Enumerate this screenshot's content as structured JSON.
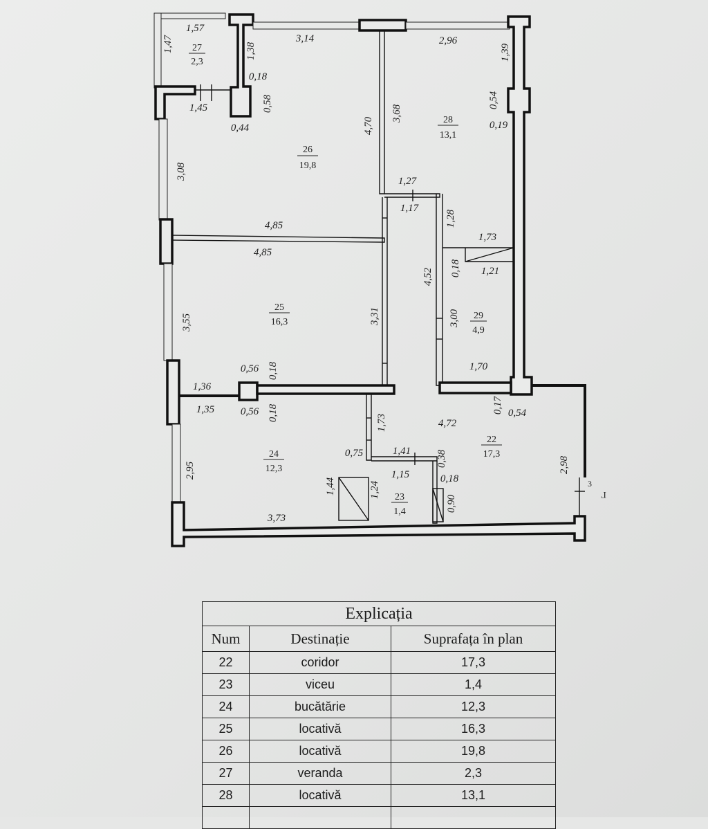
{
  "plan": {
    "rooms": [
      {
        "num": "27",
        "area": "2,3"
      },
      {
        "num": "26",
        "area": "19,8"
      },
      {
        "num": "28",
        "area": "13,1"
      },
      {
        "num": "25",
        "area": "16,3"
      },
      {
        "num": "29",
        "area": "4,9"
      },
      {
        "num": "24",
        "area": "12,3"
      },
      {
        "num": "22",
        "area": "17,3"
      },
      {
        "num": "23",
        "area": "1,4"
      }
    ],
    "dimensions": [
      "1,57",
      "3,14",
      "2,96",
      "1,47",
      "1,38",
      "1,39",
      "0,18",
      "0,58",
      "1,45",
      "0,44",
      "0,54",
      "0,19",
      "3,68",
      "4,70",
      "3,08",
      "1,27",
      "1,17",
      "1,28",
      "4,85",
      "4,85",
      "1,73",
      "0,18",
      "1,21",
      "4,52",
      "3,55",
      "3,31",
      "3,00",
      "0,56",
      "0,18",
      "1,36",
      "1,35",
      "0,56",
      "0,18",
      "1,70",
      "0,17",
      "0,54",
      "1,73",
      "4,72",
      "0,75",
      "1,41",
      "0,38",
      "1,15",
      "0,18",
      "2,95",
      "1,44",
      "1,24",
      "0,90",
      "2,98",
      "3,73",
      "3",
      "Г"
    ]
  },
  "legend": {
    "caption": "Explicația",
    "headers": {
      "num": "Num",
      "dest": "Destinație",
      "area": "Suprafața în plan"
    },
    "rows": [
      {
        "num": "22",
        "dest": "coridor",
        "area": "17,3"
      },
      {
        "num": "23",
        "dest": "viceu",
        "area": "1,4"
      },
      {
        "num": "24",
        "dest": "bucătărie",
        "area": "12,3"
      },
      {
        "num": "25",
        "dest": "locativă",
        "area": "16,3"
      },
      {
        "num": "26",
        "dest": "locativă",
        "area": "19,8"
      },
      {
        "num": "27",
        "dest": "veranda",
        "area": "2,3"
      },
      {
        "num": "28",
        "dest": "locativă",
        "area": "13,1"
      }
    ]
  },
  "colors": {
    "paper": "#e6e7e6",
    "ink": "#111111"
  }
}
